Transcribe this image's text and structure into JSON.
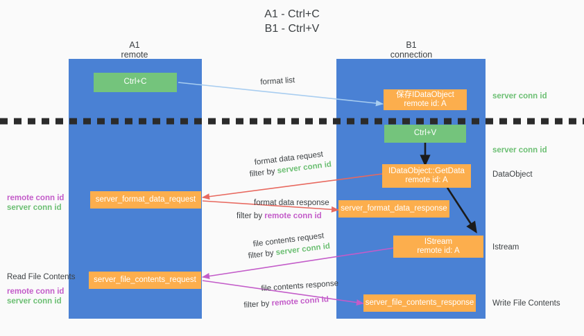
{
  "title": {
    "line1": "A1 - Ctrl+C",
    "line2": "B1 - Ctrl+V"
  },
  "columns": [
    {
      "name": "A1",
      "sub": "remote"
    },
    {
      "name": "B1",
      "sub": "connection"
    }
  ],
  "boxes": {
    "ctrl_c": "Ctrl+C",
    "ctrl_v": "Ctrl+V",
    "idataobject_store": {
      "line1": "保存IDataObject",
      "line2": "remote id: A"
    },
    "idataobject_getdata": {
      "line1": "IDataObject::GetData",
      "line2": "remote id: A"
    },
    "istream": {
      "line1": "IStream",
      "line2": "remote id: A"
    },
    "server_format_data_request": "server_format_data_request",
    "server_format_data_response": "server_format_data_response",
    "server_file_contents_request": "server_file_contents_request",
    "server_file_contents_response": "server_file_contents_response"
  },
  "edge_labels": {
    "format_list": "format list",
    "format_data_request": "format data request",
    "format_data_request_filter_prefix": "filter by ",
    "format_data_request_filter_value": "server conn id",
    "format_data_response": "format data response",
    "format_data_response_filter_prefix": "filter by ",
    "format_data_response_filter_value": "remote conn id",
    "file_contents_request": "file contents request",
    "file_contents_request_filter_prefix": "filter by ",
    "file_contents_request_filter_value": "server conn id",
    "file_contents_response": "file contents response",
    "file_contents_response_filter_prefix": "filter by ",
    "file_contents_response_filter_value": "remote conn id"
  },
  "annotations": {
    "right_server_conn_id_top": "server conn id",
    "right_server_conn_id_mid": "server conn id",
    "right_dataobject": "DataObject",
    "right_istream": "Istream",
    "right_write_file_contents": "Write File Contents",
    "left_remote_conn_id_1": "remote conn id",
    "left_server_conn_id_1": "server conn id",
    "left_read_file_contents": "Read File Contents",
    "left_remote_conn_id_2": "remote conn id",
    "left_server_conn_id_2": "server conn id"
  },
  "colors": {
    "column_blue": "#4a81d4",
    "box_green": "#74c47c",
    "box_orange": "#fcae4d",
    "arrow_light_blue": "#a8cdf0",
    "arrow_red": "#e8695f",
    "arrow_magenta": "#c35cc9",
    "arrow_black": "#1b1b1b",
    "server_conn_id_green": "#6cbf73",
    "remote_conn_id_magenta": "#c35cc9",
    "background": "#fafafa"
  }
}
